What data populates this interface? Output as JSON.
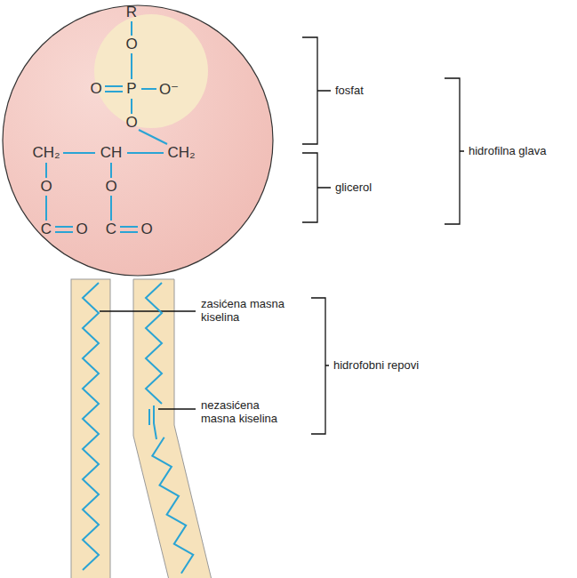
{
  "diagram": {
    "labels": [
      "R",
      "O",
      "O",
      "P",
      "O⁻",
      "O",
      "CH₂",
      "CH",
      "CH₂",
      "O",
      "O",
      "C",
      "O",
      "C",
      "O",
      "fosfat",
      "hidrofilna glava",
      "glicerol",
      "zasićena masna kiselina",
      "nezasićena masna kiselina",
      "hidrofobni repovi"
    ]
  }
}
